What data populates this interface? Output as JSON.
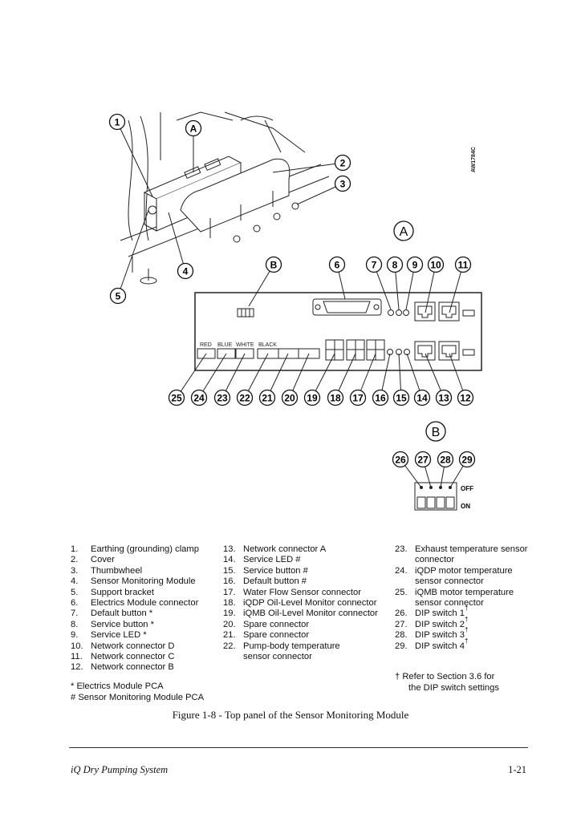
{
  "diagram": {
    "drawing_code": "AW1784C",
    "view_labels": {
      "a": "A",
      "b": "B"
    },
    "top_callouts": [
      "1",
      "A",
      "2",
      "3",
      "4",
      "5"
    ],
    "panel_callouts_top": [
      "B",
      "6",
      "7",
      "8",
      "9",
      "10",
      "11"
    ],
    "panel_callouts_bottom": [
      "25",
      "24",
      "23",
      "22",
      "21",
      "20",
      "19",
      "18",
      "17",
      "16",
      "15",
      "14",
      "13",
      "12"
    ],
    "dip_callouts": [
      "26",
      "27",
      "28",
      "29"
    ],
    "connector_labels": [
      "RED",
      "BLUE",
      "WHITE",
      "BLACK"
    ],
    "dip_off": "OFF",
    "dip_on": "ON"
  },
  "legend": {
    "col1": [
      {
        "n": "1.",
        "t": "Earthing (grounding) clamp"
      },
      {
        "n": "2.",
        "t": "Cover"
      },
      {
        "n": "3.",
        "t": "Thumbwheel"
      },
      {
        "n": "4.",
        "t": "Sensor Monitoring Module"
      },
      {
        "n": "5.",
        "t": "Support bracket"
      },
      {
        "n": "6.",
        "t": "Electrics Module connector"
      },
      {
        "n": "7.",
        "t": "Default button *"
      },
      {
        "n": "8.",
        "t": "Service button *"
      },
      {
        "n": "9.",
        "t": "Service LED *"
      },
      {
        "n": "10.",
        "t": "Network connector D"
      },
      {
        "n": "11.",
        "t": "Network connector C"
      },
      {
        "n": "12.",
        "t": "Network connector B"
      }
    ],
    "col2": [
      {
        "n": "13.",
        "t": "Network connector A"
      },
      {
        "n": "14.",
        "t": "Service LED #"
      },
      {
        "n": "15.",
        "t": "Service button #"
      },
      {
        "n": "16.",
        "t": "Default button #"
      },
      {
        "n": "17.",
        "t": "Water Flow Sensor connector"
      },
      {
        "n": "18.",
        "t": "iQDP Oil-Level Monitor connector"
      },
      {
        "n": "19.",
        "t": "iQMB Oil-Level Monitor connector"
      },
      {
        "n": "20.",
        "t": "Spare connector"
      },
      {
        "n": "21.",
        "t": "Spare connector"
      },
      {
        "n": "22.",
        "t": "Pump-body temperature"
      },
      {
        "n": "",
        "t": "sensor connector"
      }
    ],
    "col3": [
      {
        "n": "23.",
        "t": "Exhaust temperature sensor"
      },
      {
        "n": "",
        "t": "connector"
      },
      {
        "n": "24.",
        "t": "iQDP motor temperature"
      },
      {
        "n": "",
        "t": "sensor connector"
      },
      {
        "n": "25.",
        "t": "iQMB motor temperature"
      },
      {
        "n": "",
        "t": "sensor connector"
      },
      {
        "n": "26.",
        "t": "DIP switch 1",
        "s": "†"
      },
      {
        "n": "27.",
        "t": "DIP switch 2",
        "s": "†"
      },
      {
        "n": "28.",
        "t": "DIP switch 3",
        "s": "†"
      },
      {
        "n": "29.",
        "t": "DIP switch 4",
        "s": "†"
      }
    ],
    "note_star": "*   Electrics Module PCA",
    "note_hash": "#   Sensor Monitoring Module PCA",
    "note_dagger_1": "†   Refer to Section 3.6 for",
    "note_dagger_2": "the DIP switch settings"
  },
  "caption": "Figure 1-8 - Top panel of the Sensor Monitoring Module",
  "footer": {
    "title": "iQ Dry Pumping System",
    "page": "1-21"
  }
}
